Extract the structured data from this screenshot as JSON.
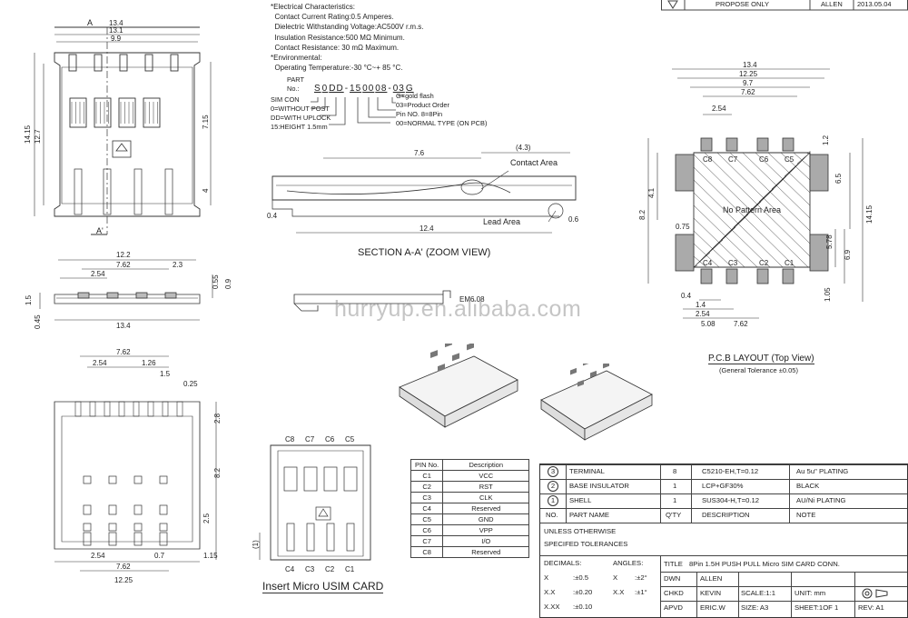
{
  "header_strip": {
    "propose": "PROPOSE ONLY",
    "name": "ALLEN",
    "date": "2013.05.04"
  },
  "electrical": [
    "*Electrical Characteristics:",
    "  Contact Current Rating:0.5 Amperes.",
    "  Dielectric Withstanding Voltage:AC500V r.m.s.",
    "  Insulation Resistance:500 MΩ Minimum.",
    "  Contact Resistance: 30 mΩ Maximum.",
    "*Environmental:",
    "  Operating Temperature:-30 °C~+ 85 °C."
  ],
  "part_no": {
    "label": "PART No.:",
    "code": [
      "S",
      "0",
      "DD",
      "-",
      "15",
      "00",
      "08",
      "-",
      "03",
      "G"
    ],
    "legend_left": [
      "SIM CON",
      "0=WITHOUT POST",
      "DD=WITH UPLOCK",
      "15:HEIGHT 1.5mm"
    ],
    "legend_right": [
      "G=gold flash",
      "03=Product Order",
      "Pin NO. 8=8Pin",
      "00=NORMAL TYPE (ON PCB)"
    ]
  },
  "section_view": {
    "title": "SECTION A-A' (ZOOM VIEW)",
    "contact_area": "Contact Area",
    "lead_area": "Lead Area",
    "dims": {
      "top": "7.6",
      "top_right": "(4.3)",
      "left": "0.4",
      "bottom": "12.4",
      "right": "0.6"
    }
  },
  "top_view": {
    "section_a": "A",
    "section_a2": "A'",
    "dims": {
      "w1": "13.4",
      "w2": "13.1",
      "w3": "9.9",
      "h1": "14.15",
      "h2": "12.7",
      "h3": "7.15",
      "h4": "4"
    }
  },
  "side_view": {
    "dims": {
      "w1": "12.2",
      "w2": "7.62",
      "w3": "2.54",
      "w4": "2.3",
      "w5": "13.4",
      "h1": "0.55",
      "h2": "0.9",
      "h3": "1.5",
      "h4": "0.45"
    }
  },
  "bottom_view": {
    "dims": {
      "w1": "7.62",
      "w2": "2.54",
      "w3": "1.26",
      "w4": "1.5",
      "w5": "0.25",
      "h1": "2.8",
      "h2": "8.2",
      "h3": "2.5",
      "h4": "1.15",
      "b1": "2.54",
      "b2": "0.7",
      "b3": "7.62",
      "b4": "12.25"
    }
  },
  "pcb_layout": {
    "title": "P.C.B LAYOUT (Top View)",
    "subtitle": "(General Tolerance ±0.05)",
    "no_pattern": "No Pattern Area",
    "top_pins": [
      "C8",
      "C7",
      "C6",
      "C5"
    ],
    "bottom_pins": [
      "C4",
      "C3",
      "C2",
      "C1"
    ],
    "dims": {
      "w1": "13.4",
      "w2": "12.25",
      "w3": "9.7",
      "w4": "7.62",
      "w5": "2.54",
      "h1": "14.15",
      "h2": "8.2",
      "h3": "4.1",
      "h4": "6.5",
      "h5": "5.78",
      "h6": "6.9",
      "h7": "0.75",
      "h8": "1.2",
      "b1": "0.4",
      "b2": "1.4",
      "b3": "2.54",
      "b4": "5.08",
      "b5": "7.62",
      "b6": "1.05"
    }
  },
  "insert_card": {
    "caption": "Insert Micro USIM CARD",
    "top_pins": [
      "C8",
      "C7",
      "C6",
      "C5"
    ],
    "bottom_pins": [
      "C4",
      "C3",
      "C2",
      "C1"
    ],
    "dim": "(1)"
  },
  "pin_table": {
    "headers": [
      "PIN No.",
      "Description"
    ],
    "rows": [
      [
        "C1",
        "VCC"
      ],
      [
        "C2",
        "RST"
      ],
      [
        "C3",
        "CLK"
      ],
      [
        "C4",
        "Reserved"
      ],
      [
        "C5",
        "GND"
      ],
      [
        "C6",
        "VPP"
      ],
      [
        "C7",
        "I/O"
      ],
      [
        "C8",
        "Reserved"
      ]
    ]
  },
  "bom": {
    "rows": [
      {
        "no": "3",
        "name": "TERMINAL",
        "qty": "8",
        "desc": "C5210-EH,T=0.12",
        "note": "Au 5u\" PLATING"
      },
      {
        "no": "2",
        "name": "BASE INSULATOR",
        "qty": "1",
        "desc": "LCP+GF30%",
        "note": "BLACK"
      },
      {
        "no": "1",
        "name": "SHELL",
        "qty": "1",
        "desc": "SUS304-H,T=0.12",
        "note": "AU/Ni PLATING"
      }
    ],
    "headers": {
      "no": "NO.",
      "name": "PART NAME",
      "qty": "Q'TY",
      "desc": "DESCRIPTION",
      "note": "NOTE"
    },
    "tol_title": [
      "UNLESS OTHERWISE",
      "SPECIFED TOLERANCES"
    ],
    "decimals_label": "DECIMALS:",
    "angles_label": "ANGLES:",
    "decimals": [
      [
        "X",
        ":±0.5"
      ],
      [
        "X.X",
        ":±0.20"
      ],
      [
        "X.XX",
        ":±0.10"
      ]
    ],
    "angles": [
      [
        "X",
        ":±2°"
      ],
      [
        "X.X",
        ":±1°"
      ]
    ],
    "title_label": "TITLE",
    "title_value": "8Pin 1.5H PUSH PULL Micro SIM CARD CONN.",
    "dwn": [
      "DWN",
      "ALLEN"
    ],
    "chkd": [
      "CHKD",
      "KEVIN"
    ],
    "apvd": [
      "APVD",
      "ERIC.W"
    ],
    "scale": "SCALE:1:1",
    "size": "SIZE: A3",
    "unit": "UNIT:   mm",
    "sheet": "SHEET:1OF 1",
    "rev": "REV: A1"
  },
  "watermark": "hurryup.en.alibaba.com",
  "stamp": "EM6.08"
}
